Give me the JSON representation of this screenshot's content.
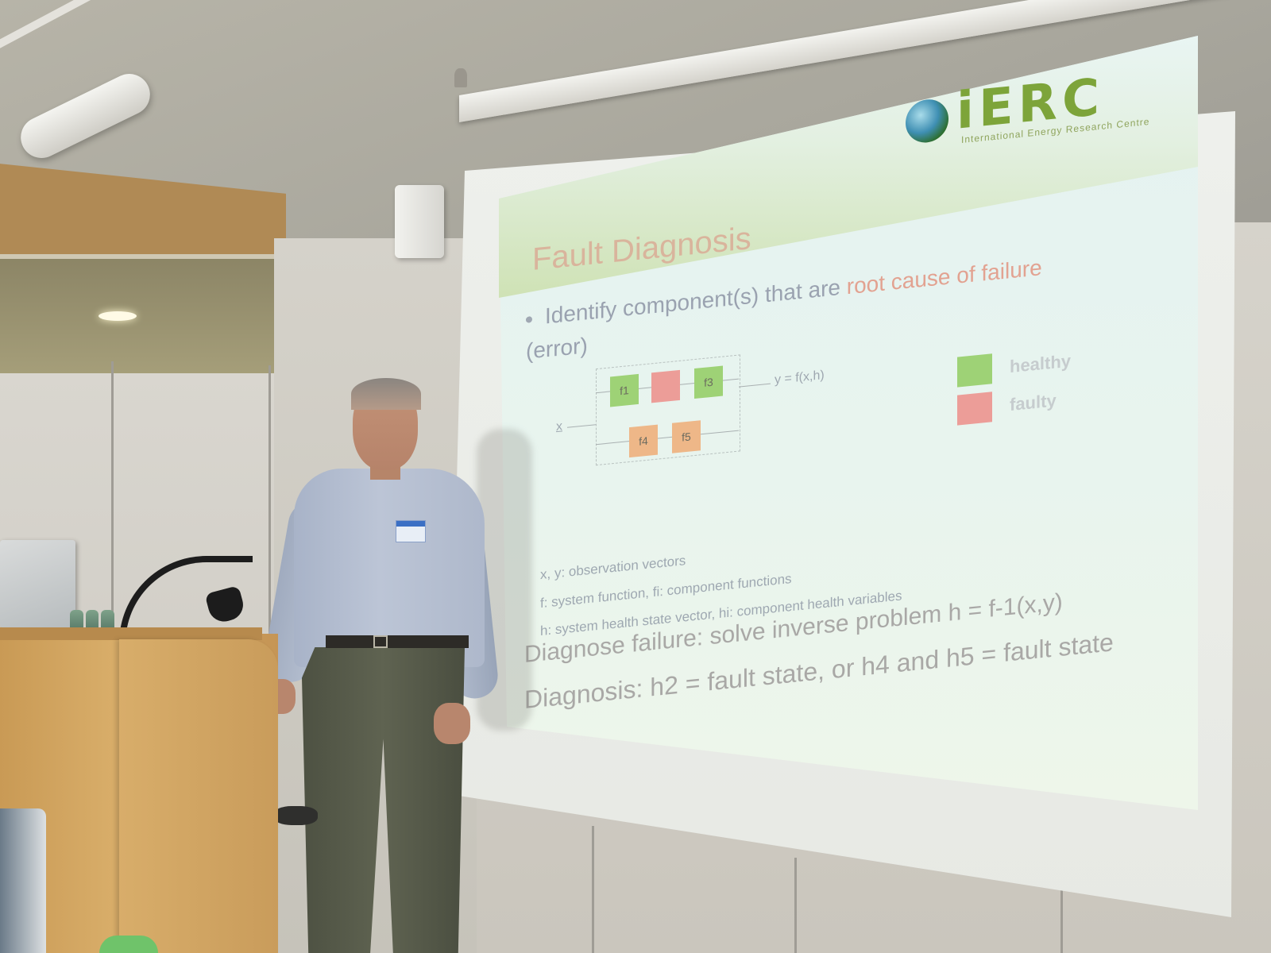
{
  "slide": {
    "logo": {
      "text": "iERC",
      "subtitle": "International Energy Research Centre",
      "colors": {
        "green": "#7da43a",
        "blue": "#3f8fb3"
      }
    },
    "title": "Fault Diagnosis",
    "bullet": {
      "prefix": "Identify component(s) that are ",
      "highlight": "root cause of failure",
      "suffix": "(error)"
    },
    "diagram": {
      "input_label": "x",
      "output_label": "y = f(x,h)",
      "boxes": [
        {
          "label": "f1",
          "state": "healthy"
        },
        {
          "label": "",
          "state": "faulty"
        },
        {
          "label": "f3",
          "state": "healthy"
        },
        {
          "label": "f4",
          "state": "faulty"
        },
        {
          "label": "f5",
          "state": "faulty"
        }
      ]
    },
    "legend": {
      "healthy": "healthy",
      "faulty": "faulty",
      "colors": {
        "healthy": "#9ed276",
        "faulty": "#ec9d98"
      }
    },
    "notes": {
      "line1": "x, y: observation vectors",
      "line2": "f: system function, fi: component functions",
      "line3": "h: system health state vector, hi: component health variables"
    },
    "diagnose_failure": "Diagnose failure: solve inverse problem h = f-1(x,y)",
    "diagnosis": "Diagnosis: h2 = fault state, or h4 and h5 = fault state"
  }
}
